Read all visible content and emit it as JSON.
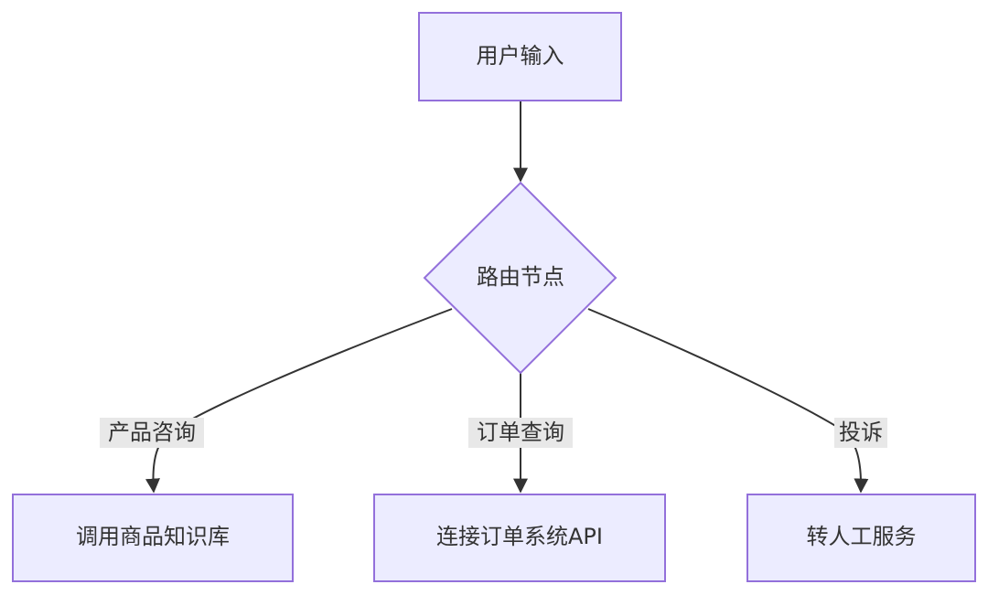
{
  "nodes": {
    "start": {
      "label": "用户输入"
    },
    "router": {
      "label": "路由节点"
    },
    "product": {
      "label": "调用商品知识库"
    },
    "order": {
      "label": "连接订单系统API"
    },
    "human": {
      "label": "转人工服务"
    }
  },
  "edges": {
    "product": {
      "label": "产品咨询"
    },
    "order": {
      "label": "订单查询"
    },
    "complaint": {
      "label": "投诉"
    }
  },
  "colors": {
    "node_fill": "#ECECFF",
    "node_stroke": "#9370DB",
    "edge": "#333333",
    "edge_label_bg": "#e8e8e8",
    "text": "#333333"
  }
}
